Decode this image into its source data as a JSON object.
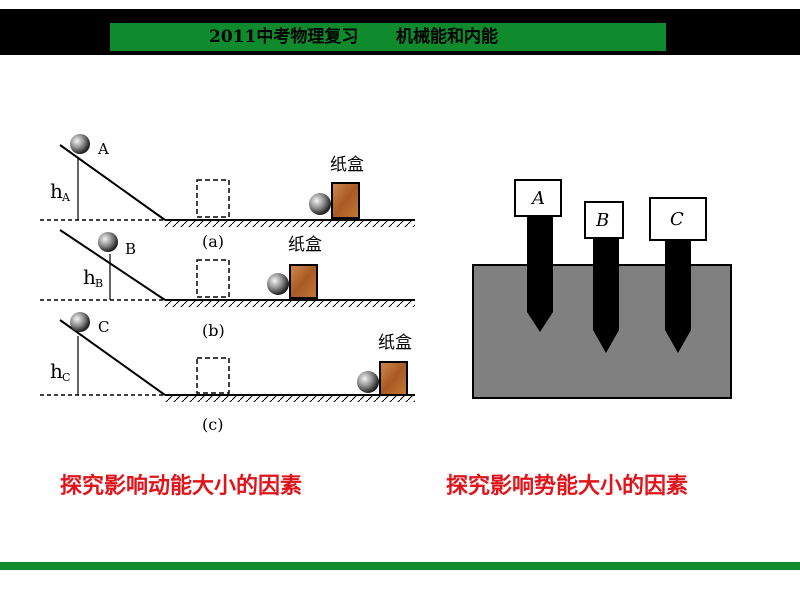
{
  "header": {
    "title_left": "2011中考物理复习",
    "title_right": "机械能和内能"
  },
  "kinetic_figure": {
    "rows": [
      {
        "ball": "A",
        "height_main": "h",
        "height_sub": "A",
        "box": "纸盒",
        "case": "(a)"
      },
      {
        "ball": "B",
        "height_main": "h",
        "height_sub": "B",
        "box": "纸盒",
        "case": "(b)"
      },
      {
        "ball": "C",
        "height_main": "h",
        "height_sub": "C",
        "box": "纸盒",
        "case": "(c)"
      }
    ]
  },
  "potential_figure": {
    "stakes": [
      "A",
      "B",
      "C"
    ]
  },
  "captions": {
    "kinetic": "探究影响动能大小的因素",
    "potential": "探究影响势能大小的因素"
  },
  "colors": {
    "header_bar": "#000000",
    "title_strip": "#0f8a2c",
    "caption_text": "#e0141b",
    "ground_block": "#808080",
    "box_fill": "#b5652b"
  }
}
